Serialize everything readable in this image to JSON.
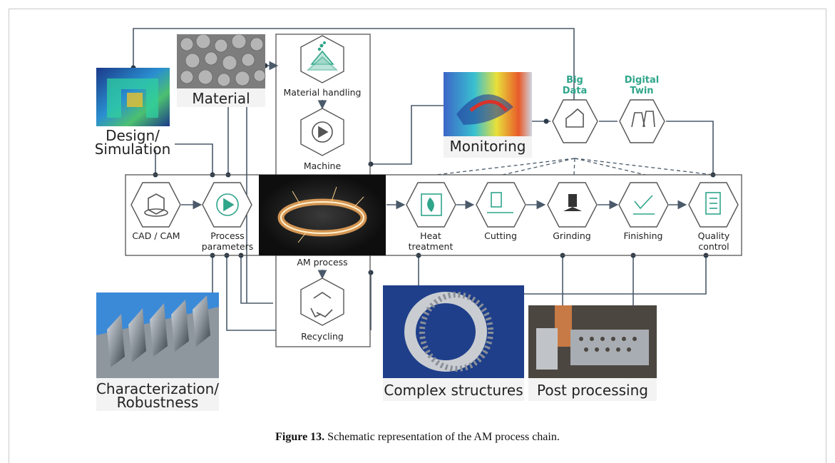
{
  "labels": {
    "design": [
      "Design/",
      "Simulation"
    ],
    "material": "Material",
    "material_handling": "Material handling",
    "machine": "Machine",
    "monitoring": "Monitoring",
    "big_data": [
      "Big",
      "Data"
    ],
    "digital_twin": [
      "Digital",
      "Twin"
    ],
    "cad_cam": "CAD / CAM",
    "process_parameters": [
      "Process",
      "parameters"
    ],
    "am_process": "AM process",
    "heat_treatment": [
      "Heat",
      "treatment"
    ],
    "cutting": "Cutting",
    "grinding": "Grinding",
    "finishing": "Finishing",
    "quality_control": [
      "Quality",
      "control"
    ],
    "recycling": "Recycling",
    "characterization": [
      "Characterization/",
      "Robustness"
    ],
    "complex_structures": "Complex structures",
    "post_processing": "Post processing"
  },
  "caption": {
    "number": "Figure 13.",
    "text": " Schematic representation of the AM process chain."
  },
  "colors": {
    "line": "#4a5a6a",
    "accent": "#2fa58a",
    "hex_fill": "#ffffff",
    "hex_stroke": "#555555"
  }
}
